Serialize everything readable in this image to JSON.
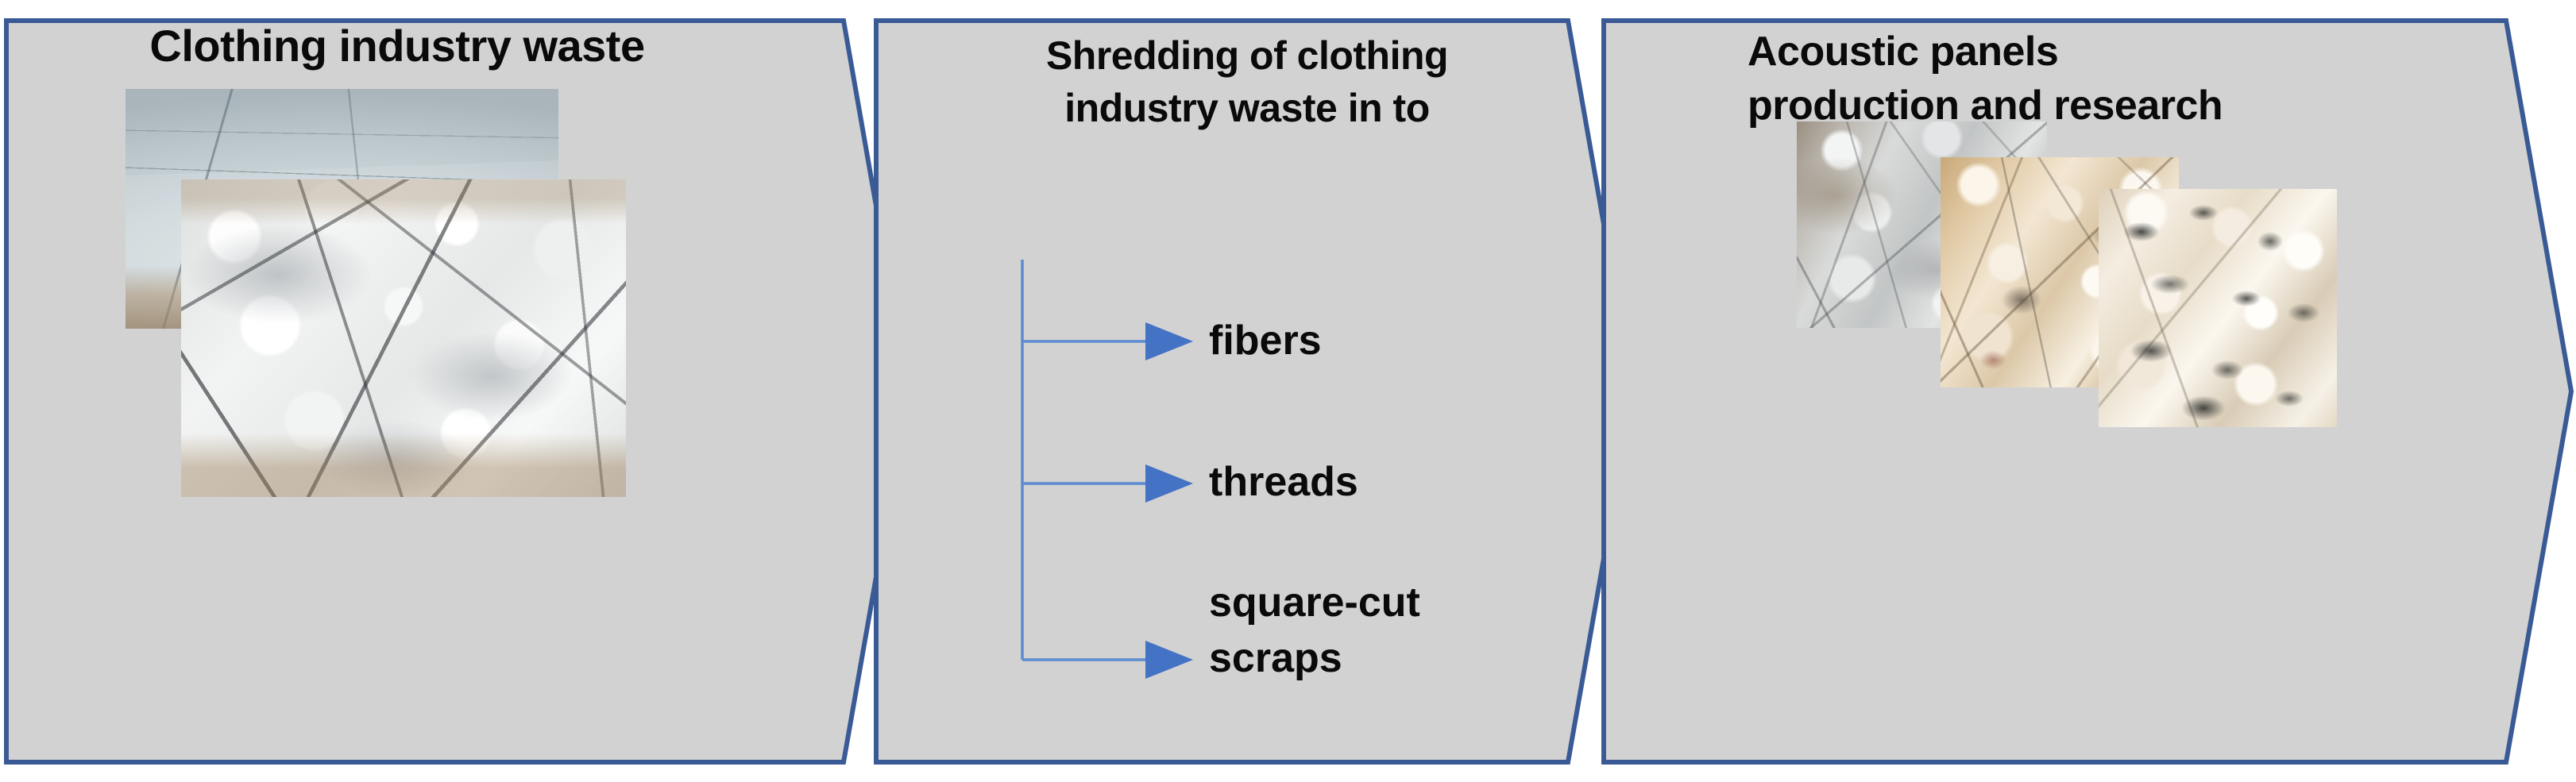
{
  "diagram": {
    "type": "process-chevron-flow",
    "stage_count": 3,
    "colors": {
      "shape_fill": "#d2d2d2",
      "shape_border": "#3a5a96",
      "arrow_blue": "#4472c4",
      "connector_line": "#5b8bd0",
      "text": "#0a0a0a",
      "page_background": "#ffffff"
    }
  },
  "stages": [
    {
      "id": "stage-1",
      "title": "Clothing industry waste",
      "photos": [
        {
          "name": "cut-fabric-panel-photo",
          "alt": "Light blue-grey cut fabric pattern pieces on a dark table"
        },
        {
          "name": "fabric-scraps-photo",
          "alt": "Pile of crumpled white fabric offcuts and scraps"
        }
      ]
    },
    {
      "id": "stage-2",
      "title_lines": [
        "Shredding of clothing",
        "industry waste in to"
      ],
      "title": "Shredding of clothing industry waste in to",
      "branches": [
        {
          "id": "branch-fibers",
          "label": "fibers",
          "lines": [
            "fibers"
          ]
        },
        {
          "id": "branch-threads",
          "label": "threads",
          "lines": [
            "threads"
          ]
        },
        {
          "id": "branch-square-cut-scraps",
          "label": "square-cut scraps",
          "lines": [
            "square-cut",
            "scraps"
          ]
        }
      ]
    },
    {
      "id": "stage-3",
      "title_lines": [
        "Acoustic panels",
        "production and research"
      ],
      "title": "Acoustic panels production and research",
      "photos": [
        {
          "name": "grey-fibrous-panel-photo",
          "alt": "Grey and white fibrous acoustic panel surface"
        },
        {
          "name": "tan-fibrous-panel-photo",
          "alt": "Beige and tan fibrous acoustic panel surface"
        },
        {
          "name": "flecked-panel-photo",
          "alt": "Cream acoustic panel with dark flecks"
        }
      ]
    }
  ]
}
